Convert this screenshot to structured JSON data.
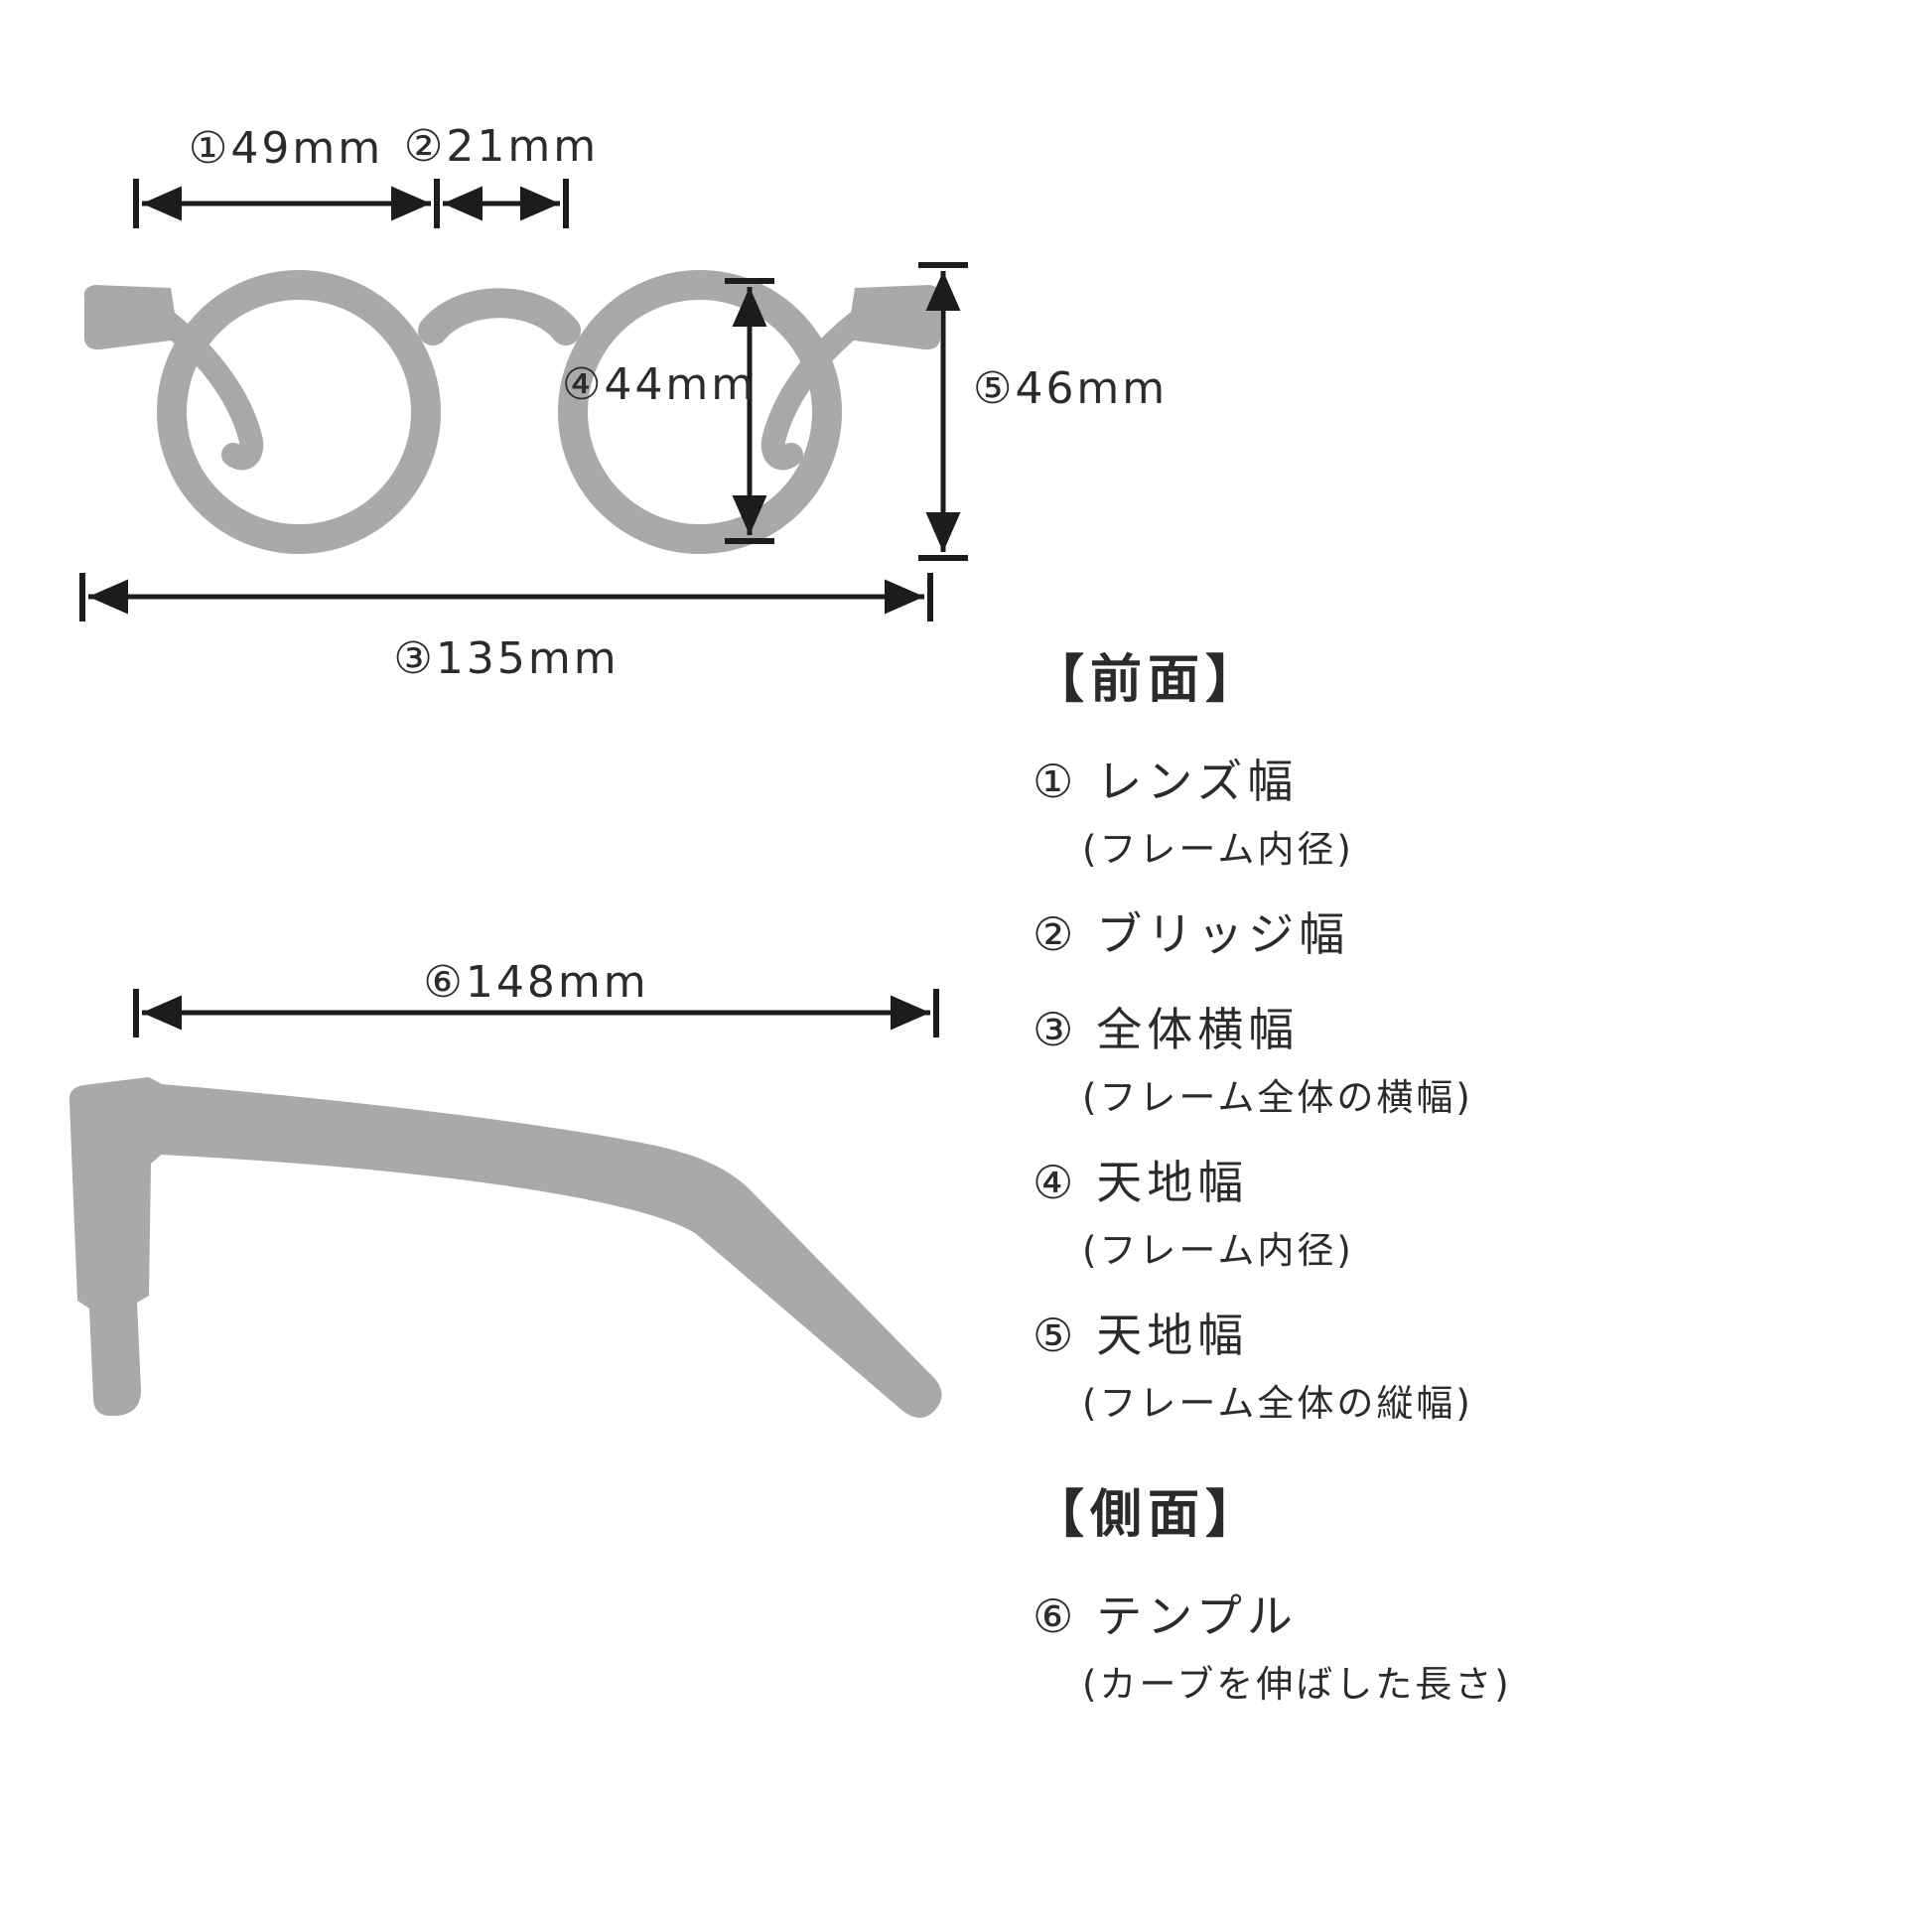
{
  "colors": {
    "background": "#ffffff",
    "silhouette": "#a9a9a9",
    "dimension_line": "#1c1c1c",
    "text": "#2b2b2b"
  },
  "front_view": {
    "labels": {
      "lens_width": "①49mm",
      "bridge_width": "②21mm",
      "total_width": "③135mm",
      "lens_height": "④44mm",
      "frame_height": "⑤46mm"
    }
  },
  "side_view": {
    "labels": {
      "temple_length": "⑥148mm"
    }
  },
  "legend": {
    "front": {
      "heading": "【前面】",
      "items": [
        {
          "number": "①",
          "label": "レンズ幅",
          "note": "(フレーム内径)"
        },
        {
          "number": "②",
          "label": "ブリッジ幅"
        },
        {
          "number": "③",
          "label": "全体横幅",
          "note": "(フレーム全体の横幅)"
        },
        {
          "number": "④",
          "label": "天地幅",
          "note": "(フレーム内径)"
        },
        {
          "number": "⑤",
          "label": "天地幅",
          "note": "(フレーム全体の縦幅)"
        }
      ]
    },
    "side": {
      "heading": "【側面】",
      "items": [
        {
          "number": "⑥",
          "label": "テンプル",
          "note": "(カーブを伸ばした長さ)"
        }
      ]
    }
  }
}
